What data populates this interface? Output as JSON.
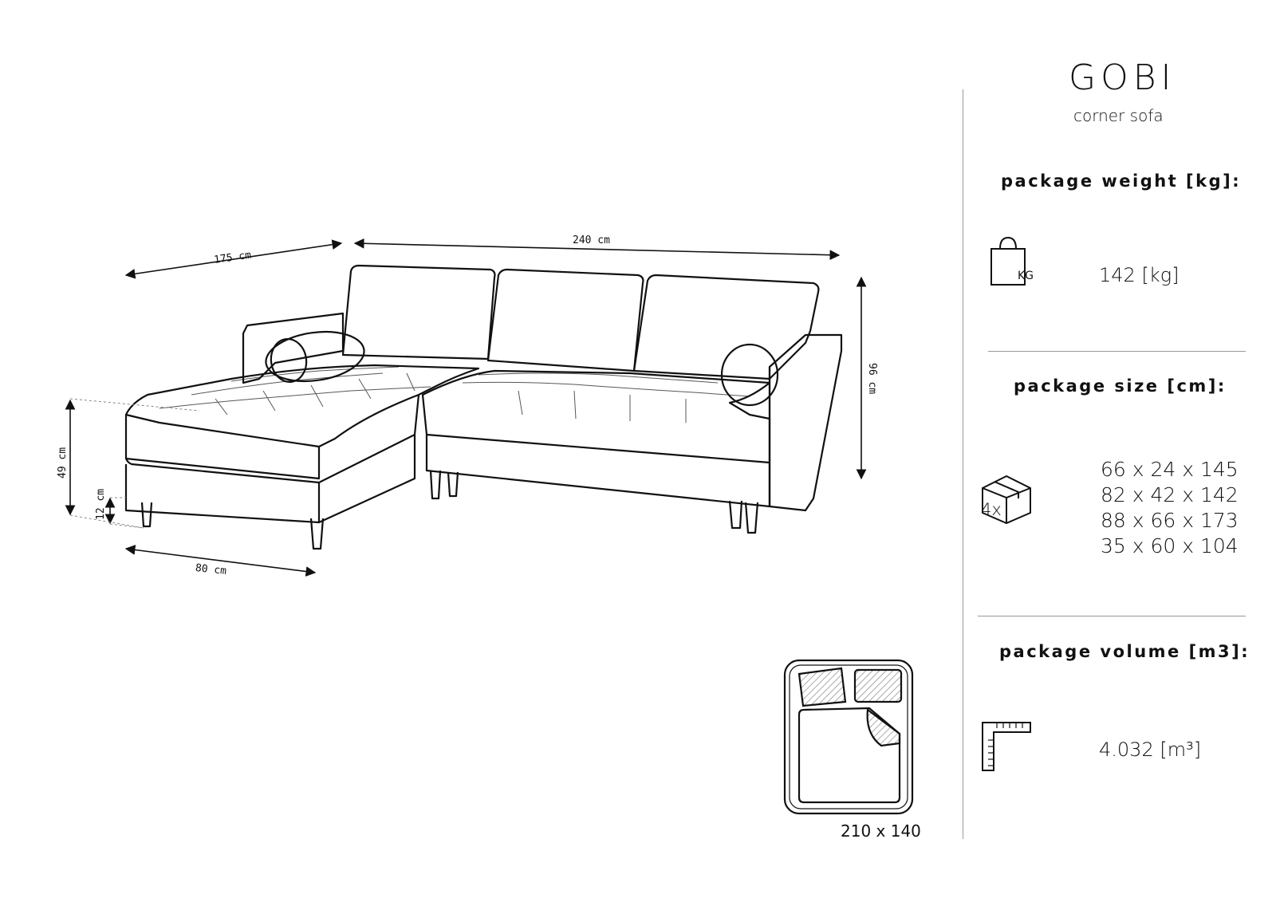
{
  "product": {
    "name": "GOBI",
    "type": "corner sofa"
  },
  "dimensions": {
    "width_chaise": "175 cm",
    "width_total": "240 cm",
    "height_total": "96 cm",
    "seat_height": "49 cm",
    "leg_height": "12 cm",
    "depth_seat": "80 cm",
    "sleep_area": "210 x 140"
  },
  "package_weight": {
    "heading": "package weight [kg]:",
    "icon_label": "KG",
    "value": "142 [kg]"
  },
  "package_size": {
    "heading": "package size [cm]:",
    "count": "4x",
    "boxes": [
      "66 x 24 x 145",
      "82 x 42 x 142",
      "88 x 66 x 173",
      "35 x 60 x 104"
    ]
  },
  "package_volume": {
    "heading": "package volume [m3]:",
    "value": "4.032 [m³]"
  }
}
